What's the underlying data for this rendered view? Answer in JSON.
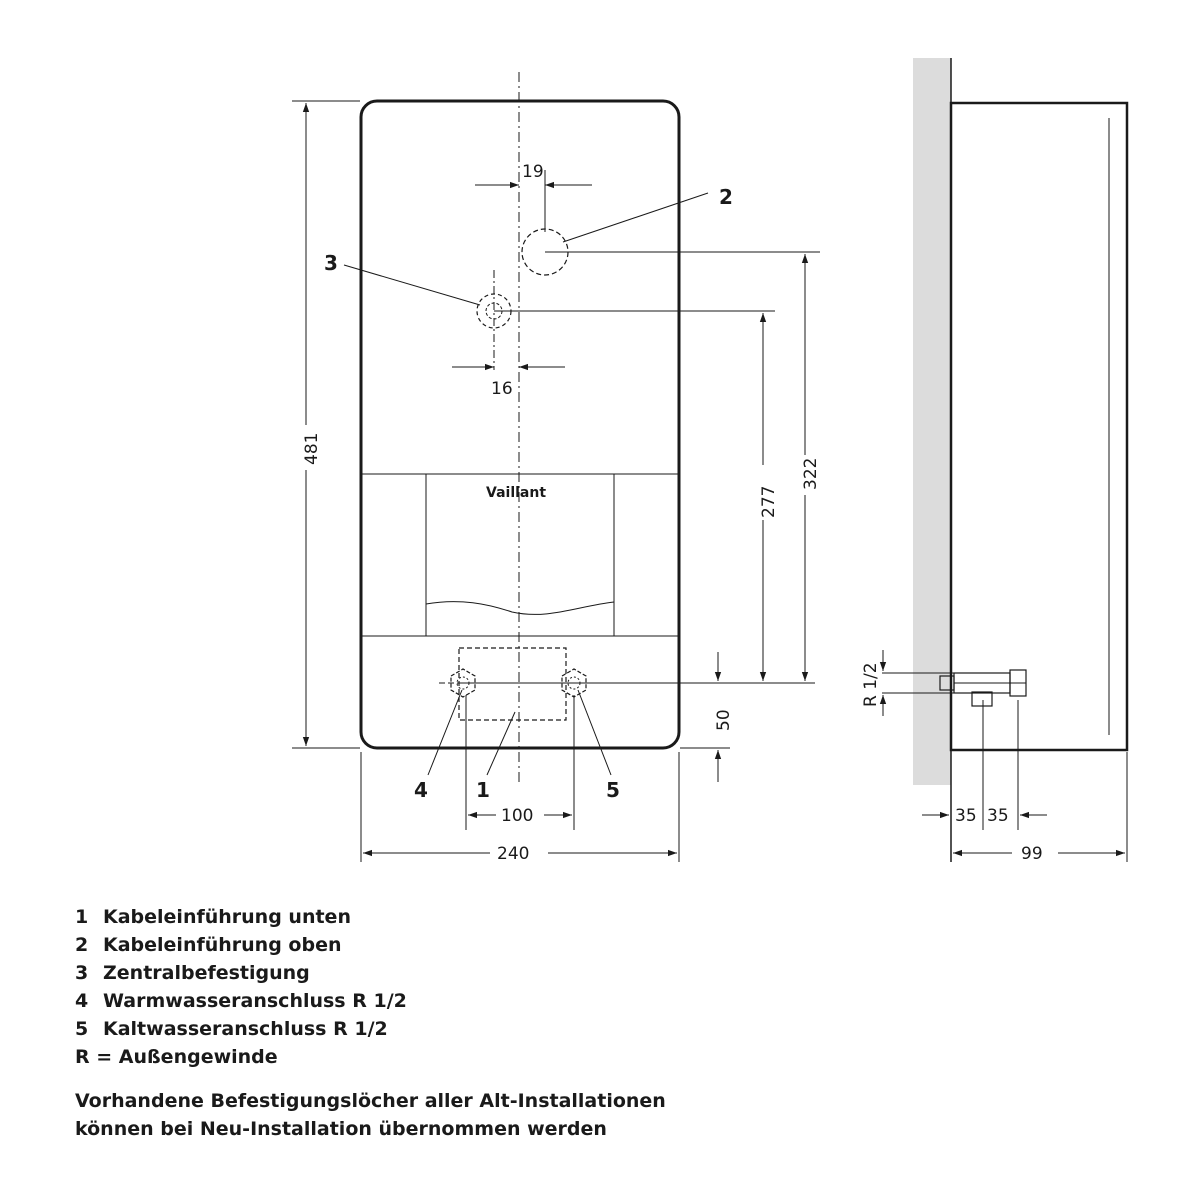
{
  "dimensions": {
    "d19": "19",
    "d16": "16",
    "d481": "481",
    "d322": "322",
    "d277": "277",
    "d50": "50",
    "d100": "100",
    "d240": "240",
    "d99": "99",
    "d35a": "35",
    "d35b": "35",
    "thread": "R 1/2"
  },
  "callouts": {
    "c1": "1",
    "c2": "2",
    "c3": "3",
    "c4": "4",
    "c5": "5"
  },
  "brand": "Vaillant",
  "legend": [
    {
      "num": "1",
      "text": "Kabeleinführung unten"
    },
    {
      "num": "2",
      "text": "Kabeleinführung oben"
    },
    {
      "num": "3",
      "text": "Zentralbefestigung"
    },
    {
      "num": "4",
      "text": "Warmwasseranschluss R 1/2"
    },
    {
      "num": "5",
      "text": "Kaltwasseranschluss R 1/2"
    }
  ],
  "legend_r": "R = Außengewinde",
  "note": {
    "line1": "Vorhandene Befestigungslöcher aller Alt-Installationen",
    "line2": "können bei Neu-Installation übernommen werden"
  }
}
